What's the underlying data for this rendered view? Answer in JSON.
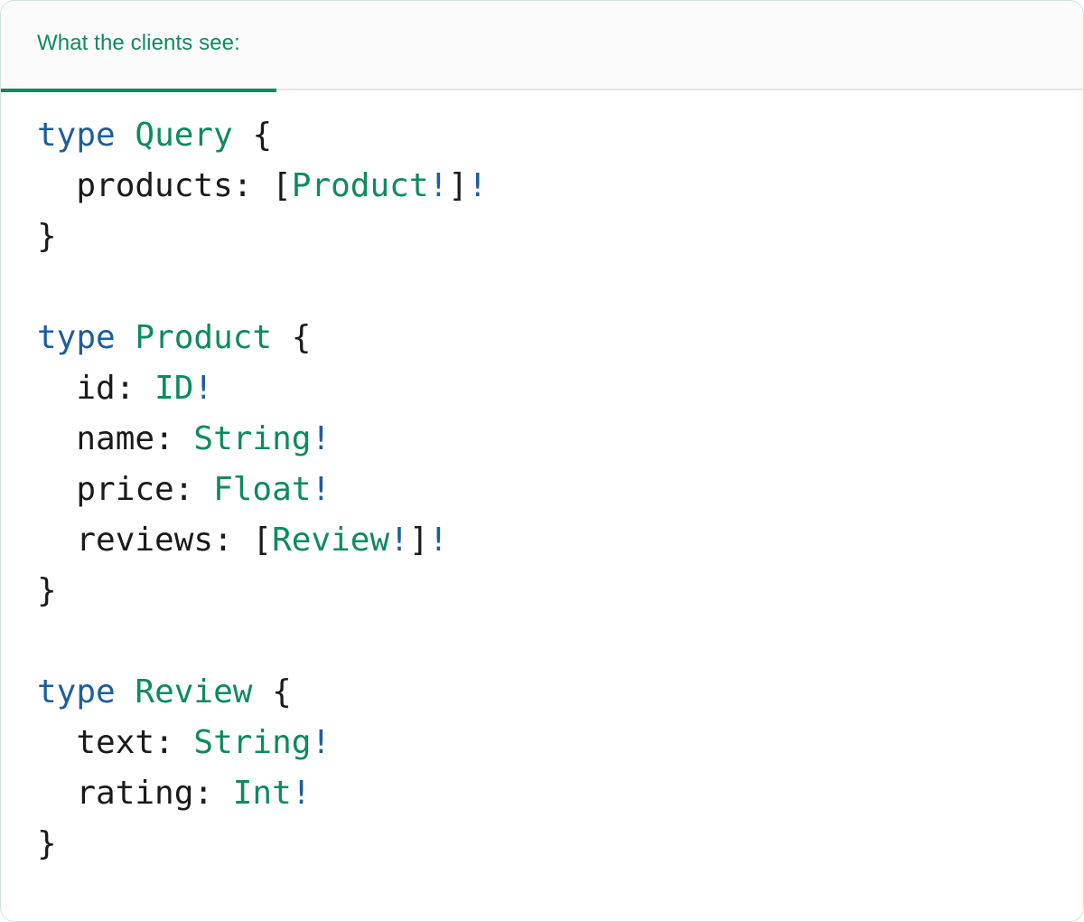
{
  "card": {
    "accent_color": "#0e8a62",
    "border_color": "#cfe3d8",
    "header_bg": "#fbfbfb",
    "body_bg": "#ffffff"
  },
  "tabs": [
    {
      "label": "What the clients see:",
      "active": true
    }
  ],
  "code": {
    "language": "graphql",
    "token_colors": {
      "keyword": "#1b5e9e",
      "type_name": "#0d8a60",
      "field_name": "#1a1a1a",
      "punctuation": "#1a1a1a",
      "non_null_bang": "#1b5e9e"
    },
    "lines": [
      {
        "tokens": [
          {
            "t": "type",
            "k": "kw"
          },
          {
            "t": " ",
            "k": "punc"
          },
          {
            "t": "Query",
            "k": "type"
          },
          {
            "t": " {",
            "k": "punc"
          }
        ]
      },
      {
        "tokens": [
          {
            "t": "  products: ",
            "k": "name"
          },
          {
            "t": "[",
            "k": "punc"
          },
          {
            "t": "Product",
            "k": "type"
          },
          {
            "t": "!",
            "k": "bang"
          },
          {
            "t": "]",
            "k": "punc"
          },
          {
            "t": "!",
            "k": "bang"
          }
        ]
      },
      {
        "tokens": [
          {
            "t": "}",
            "k": "punc"
          }
        ]
      },
      {
        "tokens": []
      },
      {
        "tokens": [
          {
            "t": "type",
            "k": "kw"
          },
          {
            "t": " ",
            "k": "punc"
          },
          {
            "t": "Product",
            "k": "type"
          },
          {
            "t": " {",
            "k": "punc"
          }
        ]
      },
      {
        "tokens": [
          {
            "t": "  id: ",
            "k": "name"
          },
          {
            "t": "ID",
            "k": "type"
          },
          {
            "t": "!",
            "k": "bang"
          }
        ]
      },
      {
        "tokens": [
          {
            "t": "  name: ",
            "k": "name"
          },
          {
            "t": "String",
            "k": "type"
          },
          {
            "t": "!",
            "k": "bang"
          }
        ]
      },
      {
        "tokens": [
          {
            "t": "  price: ",
            "k": "name"
          },
          {
            "t": "Float",
            "k": "type"
          },
          {
            "t": "!",
            "k": "bang"
          }
        ]
      },
      {
        "tokens": [
          {
            "t": "  reviews: ",
            "k": "name"
          },
          {
            "t": "[",
            "k": "punc"
          },
          {
            "t": "Review",
            "k": "type"
          },
          {
            "t": "!",
            "k": "bang"
          },
          {
            "t": "]",
            "k": "punc"
          },
          {
            "t": "!",
            "k": "bang"
          }
        ]
      },
      {
        "tokens": [
          {
            "t": "}",
            "k": "punc"
          }
        ]
      },
      {
        "tokens": []
      },
      {
        "tokens": [
          {
            "t": "type",
            "k": "kw"
          },
          {
            "t": " ",
            "k": "punc"
          },
          {
            "t": "Review",
            "k": "type"
          },
          {
            "t": " {",
            "k": "punc"
          }
        ]
      },
      {
        "tokens": [
          {
            "t": "  text: ",
            "k": "name"
          },
          {
            "t": "String",
            "k": "type"
          },
          {
            "t": "!",
            "k": "bang"
          }
        ]
      },
      {
        "tokens": [
          {
            "t": "  rating: ",
            "k": "name"
          },
          {
            "t": "Int",
            "k": "type"
          },
          {
            "t": "!",
            "k": "bang"
          }
        ]
      },
      {
        "tokens": [
          {
            "t": "}",
            "k": "punc"
          }
        ]
      }
    ],
    "plain_text": "type Query {\n  products: [Product!]!\n}\n\ntype Product {\n  id: ID!\n  name: String!\n  price: Float!\n  reviews: [Review!]!\n}\n\ntype Review {\n  text: String!\n  rating: Int!\n}"
  }
}
